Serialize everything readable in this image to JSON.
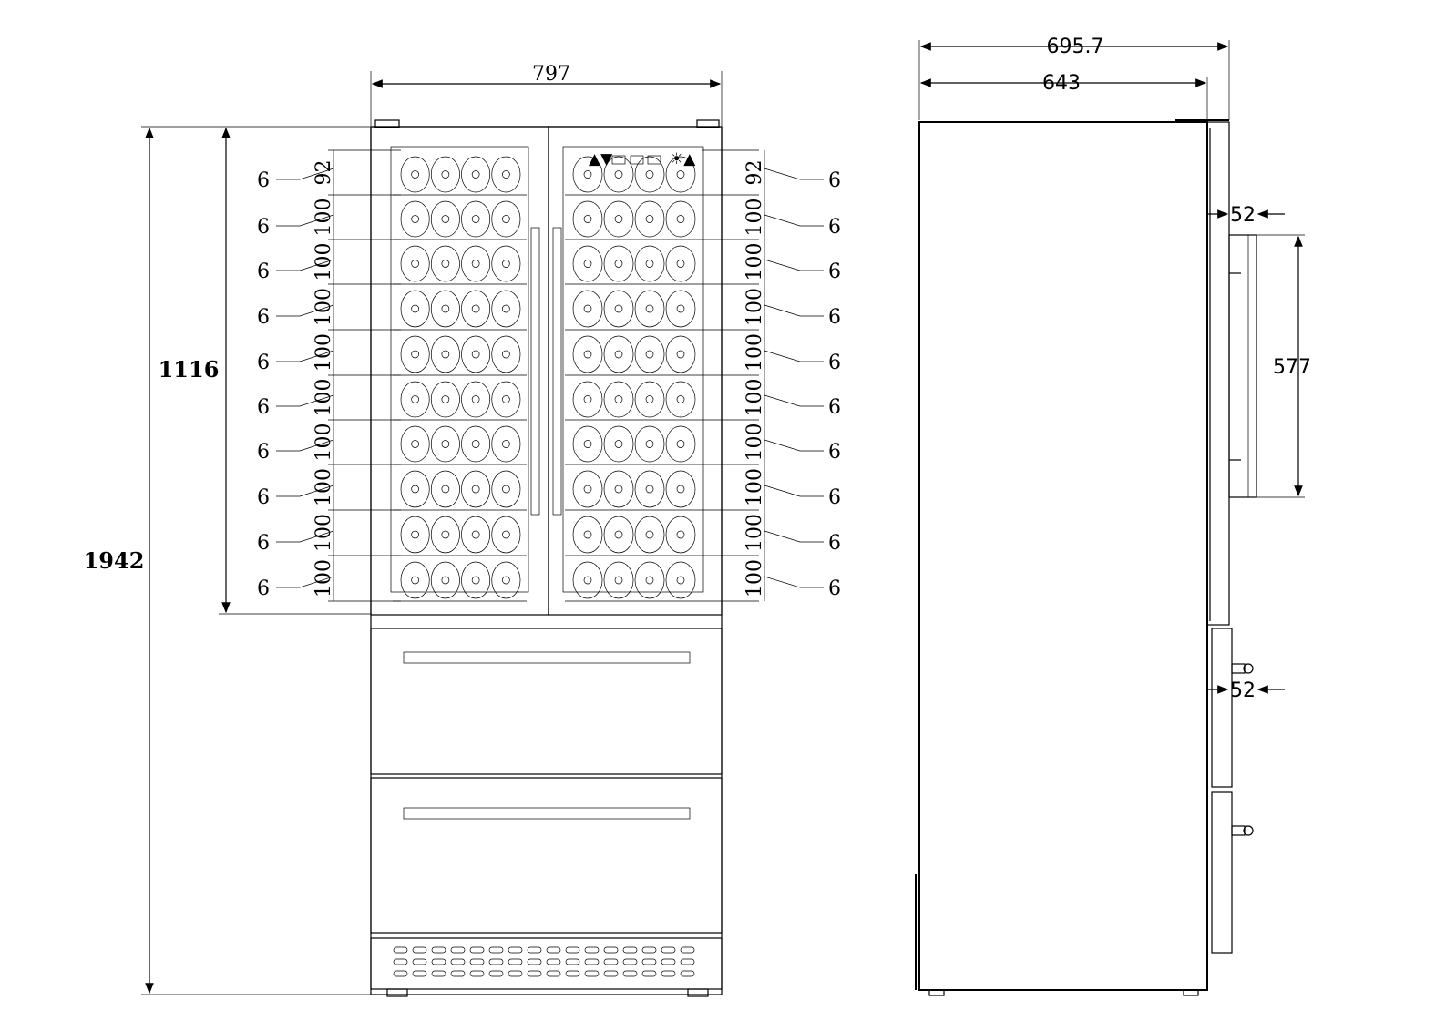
{
  "front_view": {
    "overall_width": "797",
    "overall_height": "1942",
    "cabinet_height": "1116",
    "left_shelf_spacings": [
      "92",
      "100",
      "100",
      "100",
      "100",
      "100",
      "100",
      "100",
      "100",
      "100"
    ],
    "left_shelf_thickness": [
      "6",
      "6",
      "6",
      "6",
      "6",
      "6",
      "6",
      "6",
      "6",
      "6"
    ],
    "right_shelf_spacings": [
      "92",
      "100",
      "100",
      "100",
      "100",
      "100",
      "100",
      "100",
      "100",
      "100"
    ],
    "right_shelf_thickness": [
      "6",
      "6",
      "6",
      "6",
      "6",
      "6",
      "6",
      "6",
      "6",
      "6"
    ]
  },
  "side_view": {
    "total_depth": "695.7",
    "body_depth": "643",
    "door_handle_offset_top": "52",
    "door_handle_length": "577",
    "drawer_handle_offset": "52"
  }
}
